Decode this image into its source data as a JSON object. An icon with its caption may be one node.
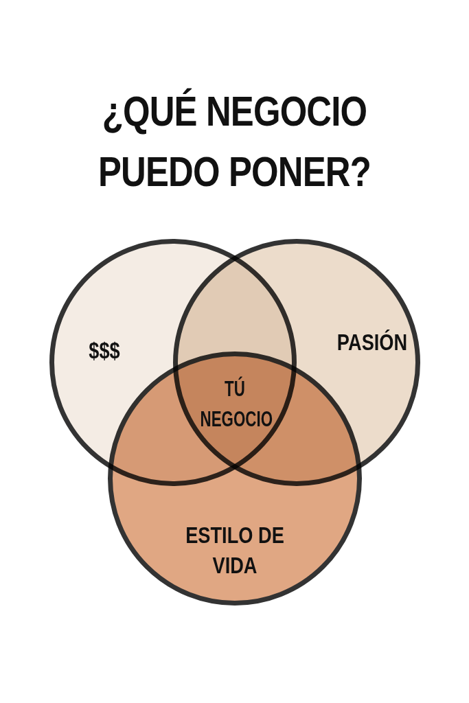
{
  "diagram": {
    "title": "¿QUÉ NEGOCIO PUEDO PONER?",
    "nodes": [
      {
        "text": [
          "$$$"
        ]
      },
      {
        "text": [
          "PASIÓN"
        ]
      },
      {
        "text": [
          "ESTILO DE VIDA"
        ]
      }
    ],
    "labels": [
      "TÚ NEGOCIO"
    ]
  }
}
